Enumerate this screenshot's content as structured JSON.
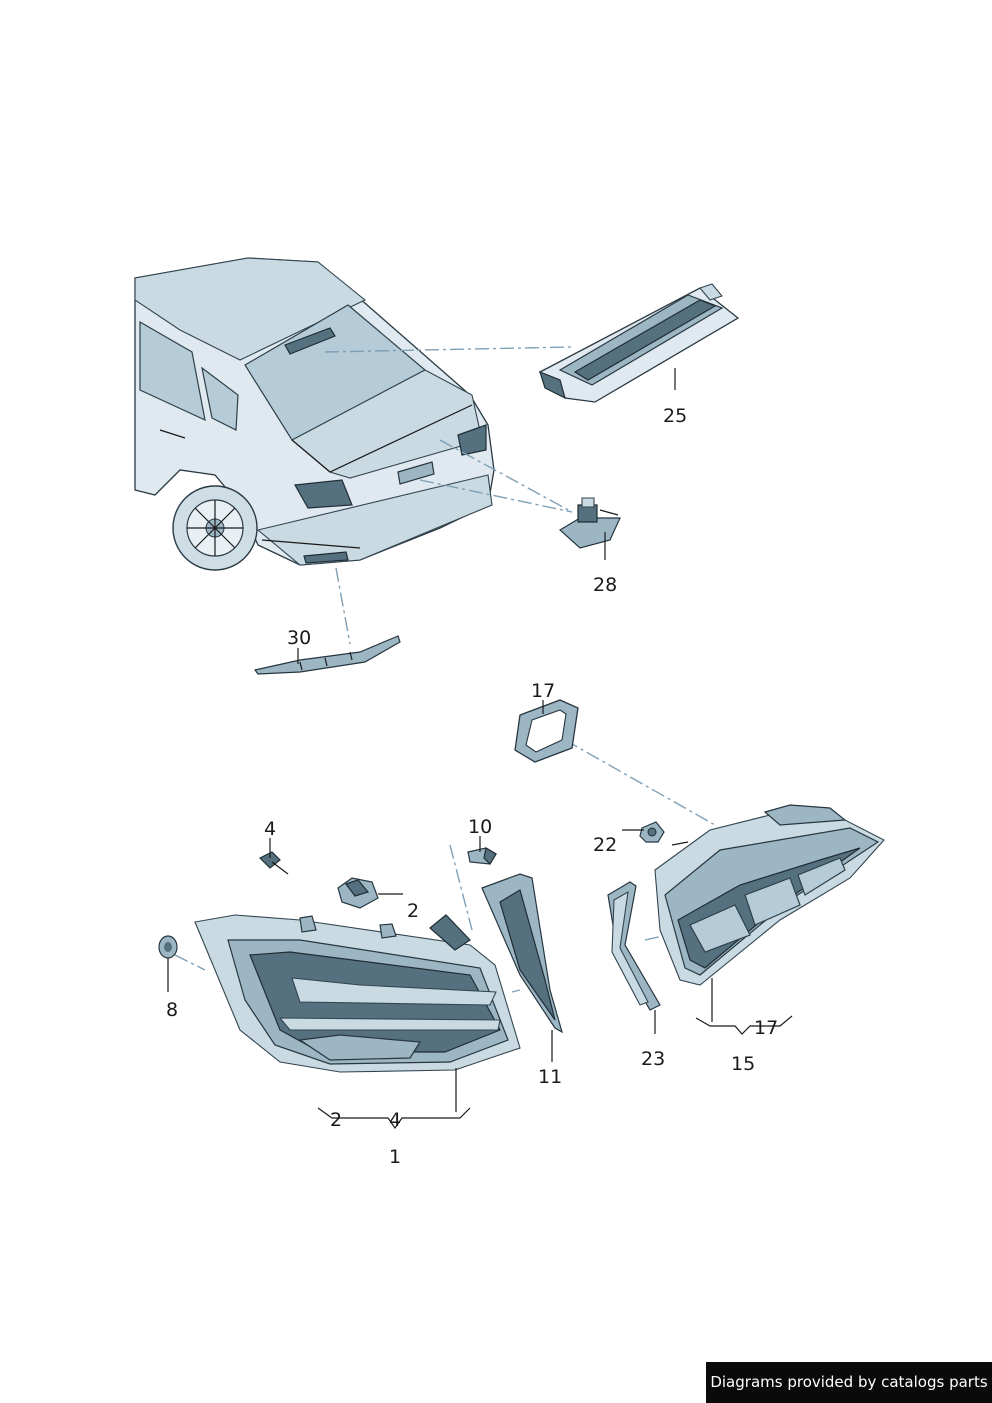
{
  "callouts": {
    "c25": "25",
    "c28": "28",
    "c30": "30",
    "c17a": "17",
    "c4a": "4",
    "c10": "10",
    "c22": "22",
    "c2a": "2",
    "c8": "8",
    "c11": "11",
    "c23": "23",
    "c17b": "17",
    "c15": "15",
    "c2b": "2",
    "c4b": "4",
    "c1": "1"
  },
  "credit": "Diagrams provided by catalogs parts",
  "colors": {
    "part_fill": "#9db6c4",
    "part_dark": "#55707f",
    "outline": "#2a3a44",
    "leader_dash": "#7f9fb5",
    "credit_bg": "#0a0a0a"
  }
}
